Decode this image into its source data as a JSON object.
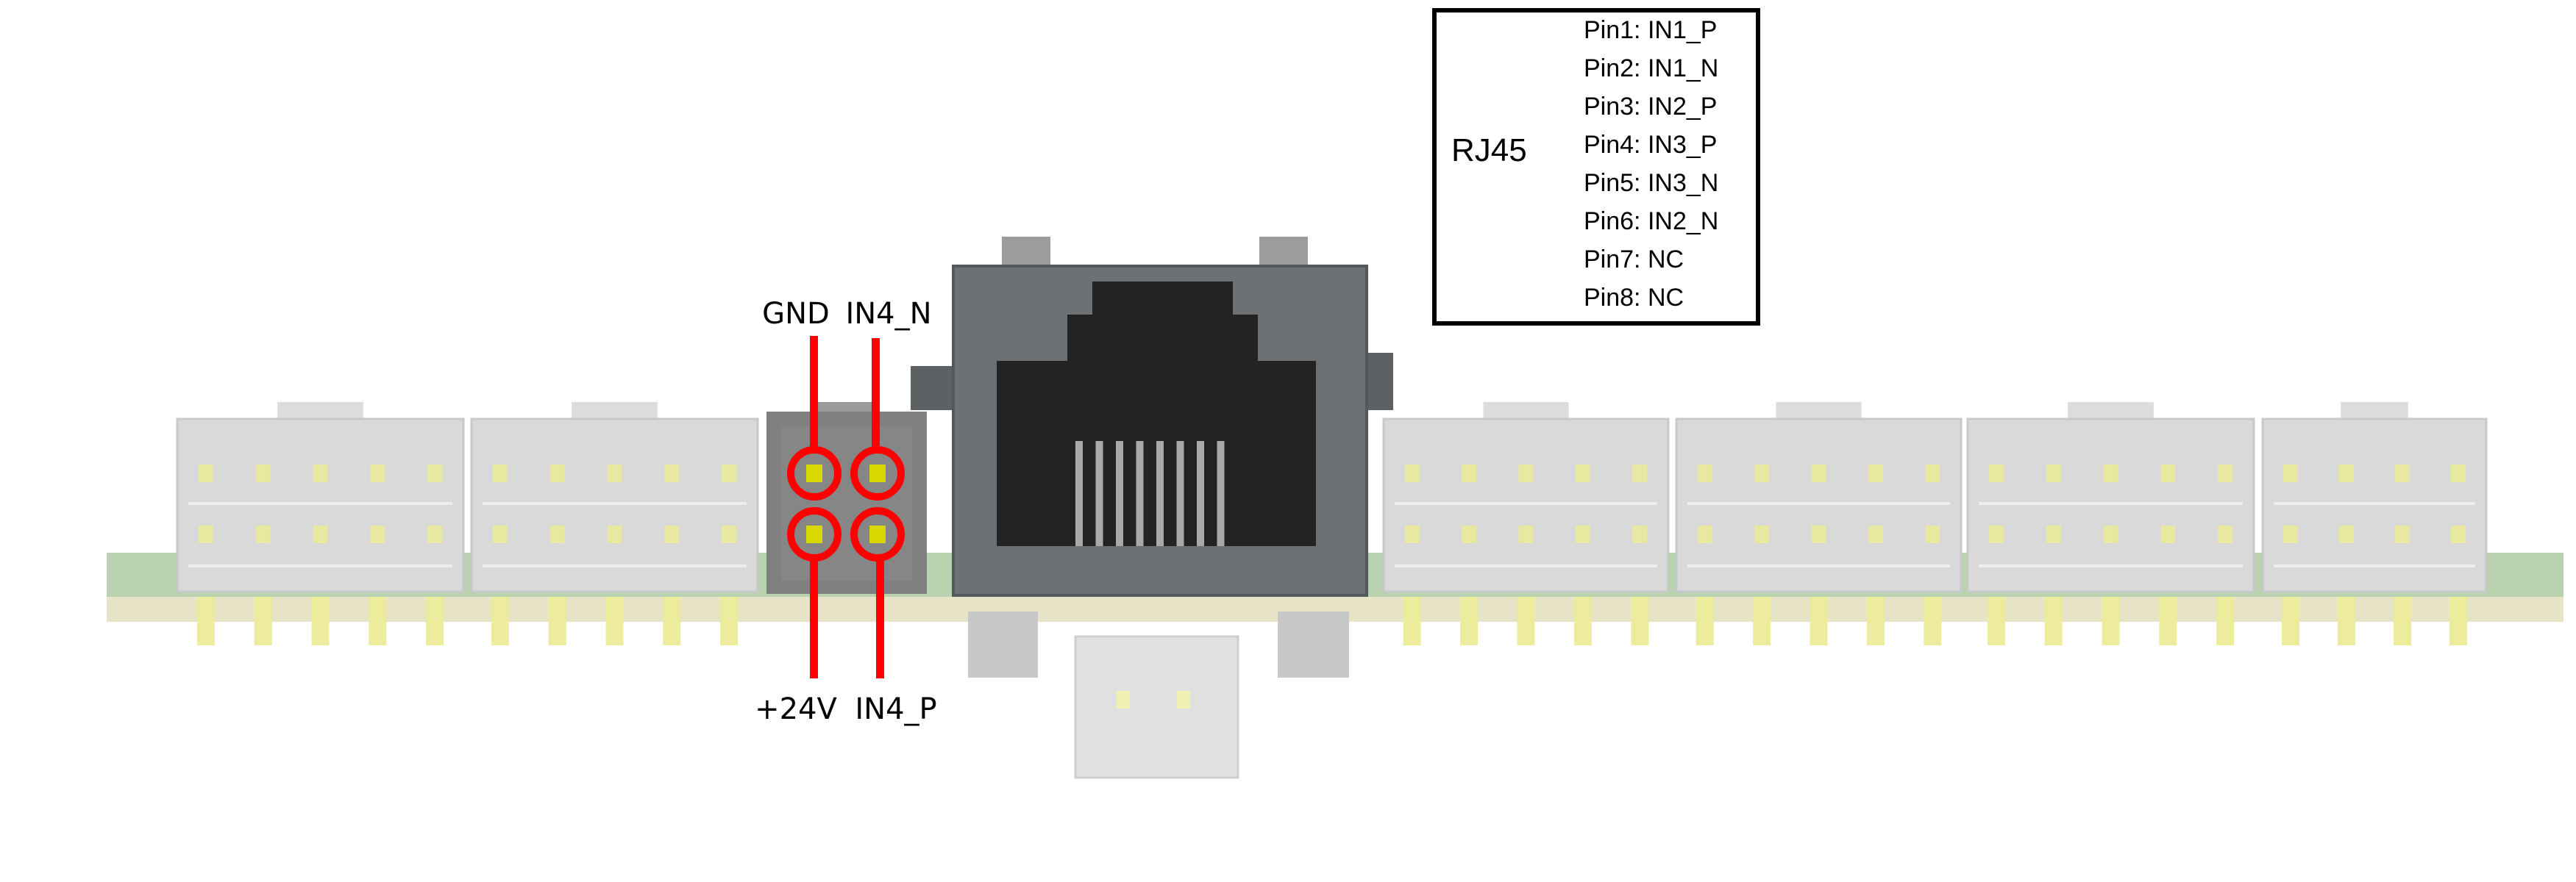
{
  "pin_labels": {
    "top_left": "GND",
    "top_right": "IN4_N",
    "bottom_left": "+24V",
    "bottom_right": "IN4_P"
  },
  "legend": {
    "title": "RJ45",
    "pins": [
      "Pin1: IN1_P",
      "Pin2: IN1_N",
      "Pin3: IN2_P",
      "Pin4: IN3_P",
      "Pin5: IN3_N",
      "Pin6: IN2_N",
      "Pin7: NC",
      "Pin8: NC"
    ]
  },
  "colors": {
    "highlight": "#ff0000",
    "pad": "#e8e800",
    "connector": "#d9d9d9",
    "rj45_body": "#6e7173",
    "rj45_opening": "#232323",
    "pcb": "#b9d3b0"
  }
}
